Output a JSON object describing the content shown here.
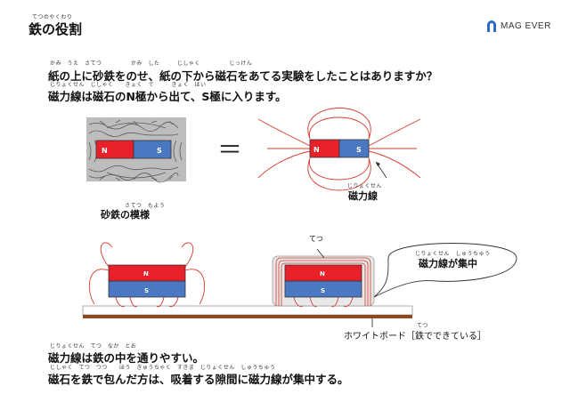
{
  "header": {
    "title": "鉄の役割",
    "title_ruby": "てつのやくわり",
    "logo_text": "MAG EVER"
  },
  "intro": {
    "line1_ruby": "かみ　うえ　さてつ　　　　　かみ　した　　　じしゃく　　　　　じっけん",
    "line1": "紙の上に砂鉄をのせ、紙の下から磁石をあてる実験をしたことはありますか？",
    "line2_ruby": "じりょくせん　じしゃく　　きょく　で　　　きょく　はい",
    "line2": "磁力線は磁石のN極から出て、S極に入ります。"
  },
  "figure_top": {
    "equals": "＝",
    "magnet_n": "N",
    "magnet_s": "S",
    "caption_left_ruby": "さてつ　もよう",
    "caption_left": "砂鉄の模様",
    "caption_right_ruby": "じりょくせん",
    "caption_right": "磁力線"
  },
  "figure_bottom": {
    "magnet_n": "N",
    "magnet_s": "S",
    "iron_ruby": "てつ",
    "bubble_ruby": "じりょくせん　しゅうちゅう",
    "bubble": "磁力線が集中",
    "board_ruby": "てつ",
    "board_label": "ホワイトボード［鉄でできている］"
  },
  "conclusion": {
    "line1_ruby": "じりょくせん　てつ　なか　とお",
    "line1": "磁力線は鉄の中を通りやすい。",
    "line2_ruby": "じしゃく　てつ　つつ　　ほう　きゅうちゃく　すきま　じりょくせん　しゅうちゅう",
    "line2": "磁石を鉄で包んだ方は、吸着する隙間に磁力線が集中する。"
  },
  "colors": {
    "north": "#e8202a",
    "south": "#4a78c2",
    "field": "#d63a30",
    "board": "#8a4a22"
  }
}
